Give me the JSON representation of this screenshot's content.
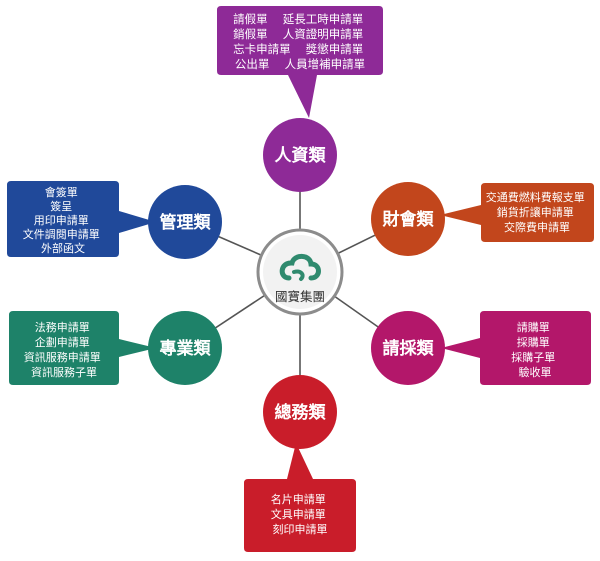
{
  "center": {
    "label": "國寶集團",
    "colors": {
      "ring": "#8c8c8c",
      "fill": "#f2f2f2",
      "logo": "#2f8a6e",
      "text": "#333333"
    }
  },
  "categories": [
    {
      "id": "hr",
      "label": "人資類",
      "color": "#8e2a97",
      "items": [
        "請假單　 延長工時申請單",
        "銷假單　 人資證明申請單",
        "忘卡申請單　 獎懲申請單",
        "公出單　 人員增補申請單"
      ]
    },
    {
      "id": "finance",
      "label": "財會類",
      "color": "#c2461c",
      "items": [
        "交通費燃料費報支單",
        "銷貨折讓申請單",
        "交際費申請單"
      ]
    },
    {
      "id": "purchase",
      "label": "請採類",
      "color": "#b3176a",
      "items": [
        "請購單",
        "採購單",
        "採購子單",
        "驗收單"
      ]
    },
    {
      "id": "general",
      "label": "總務類",
      "color": "#c91d2a",
      "items": [
        "名片申請單",
        "文具申請單",
        "刻印申請單"
      ]
    },
    {
      "id": "professional",
      "label": "專業類",
      "color": "#1e8269",
      "items": [
        "法務申請單",
        "企劃申請單",
        "資訊服務申請單",
        "資訊服務子單"
      ]
    },
    {
      "id": "management",
      "label": "管理類",
      "color": "#20499a",
      "items": [
        "會簽單",
        "簽呈",
        "用印申請單",
        "文件調閱申請單",
        "外部函文"
      ]
    }
  ]
}
